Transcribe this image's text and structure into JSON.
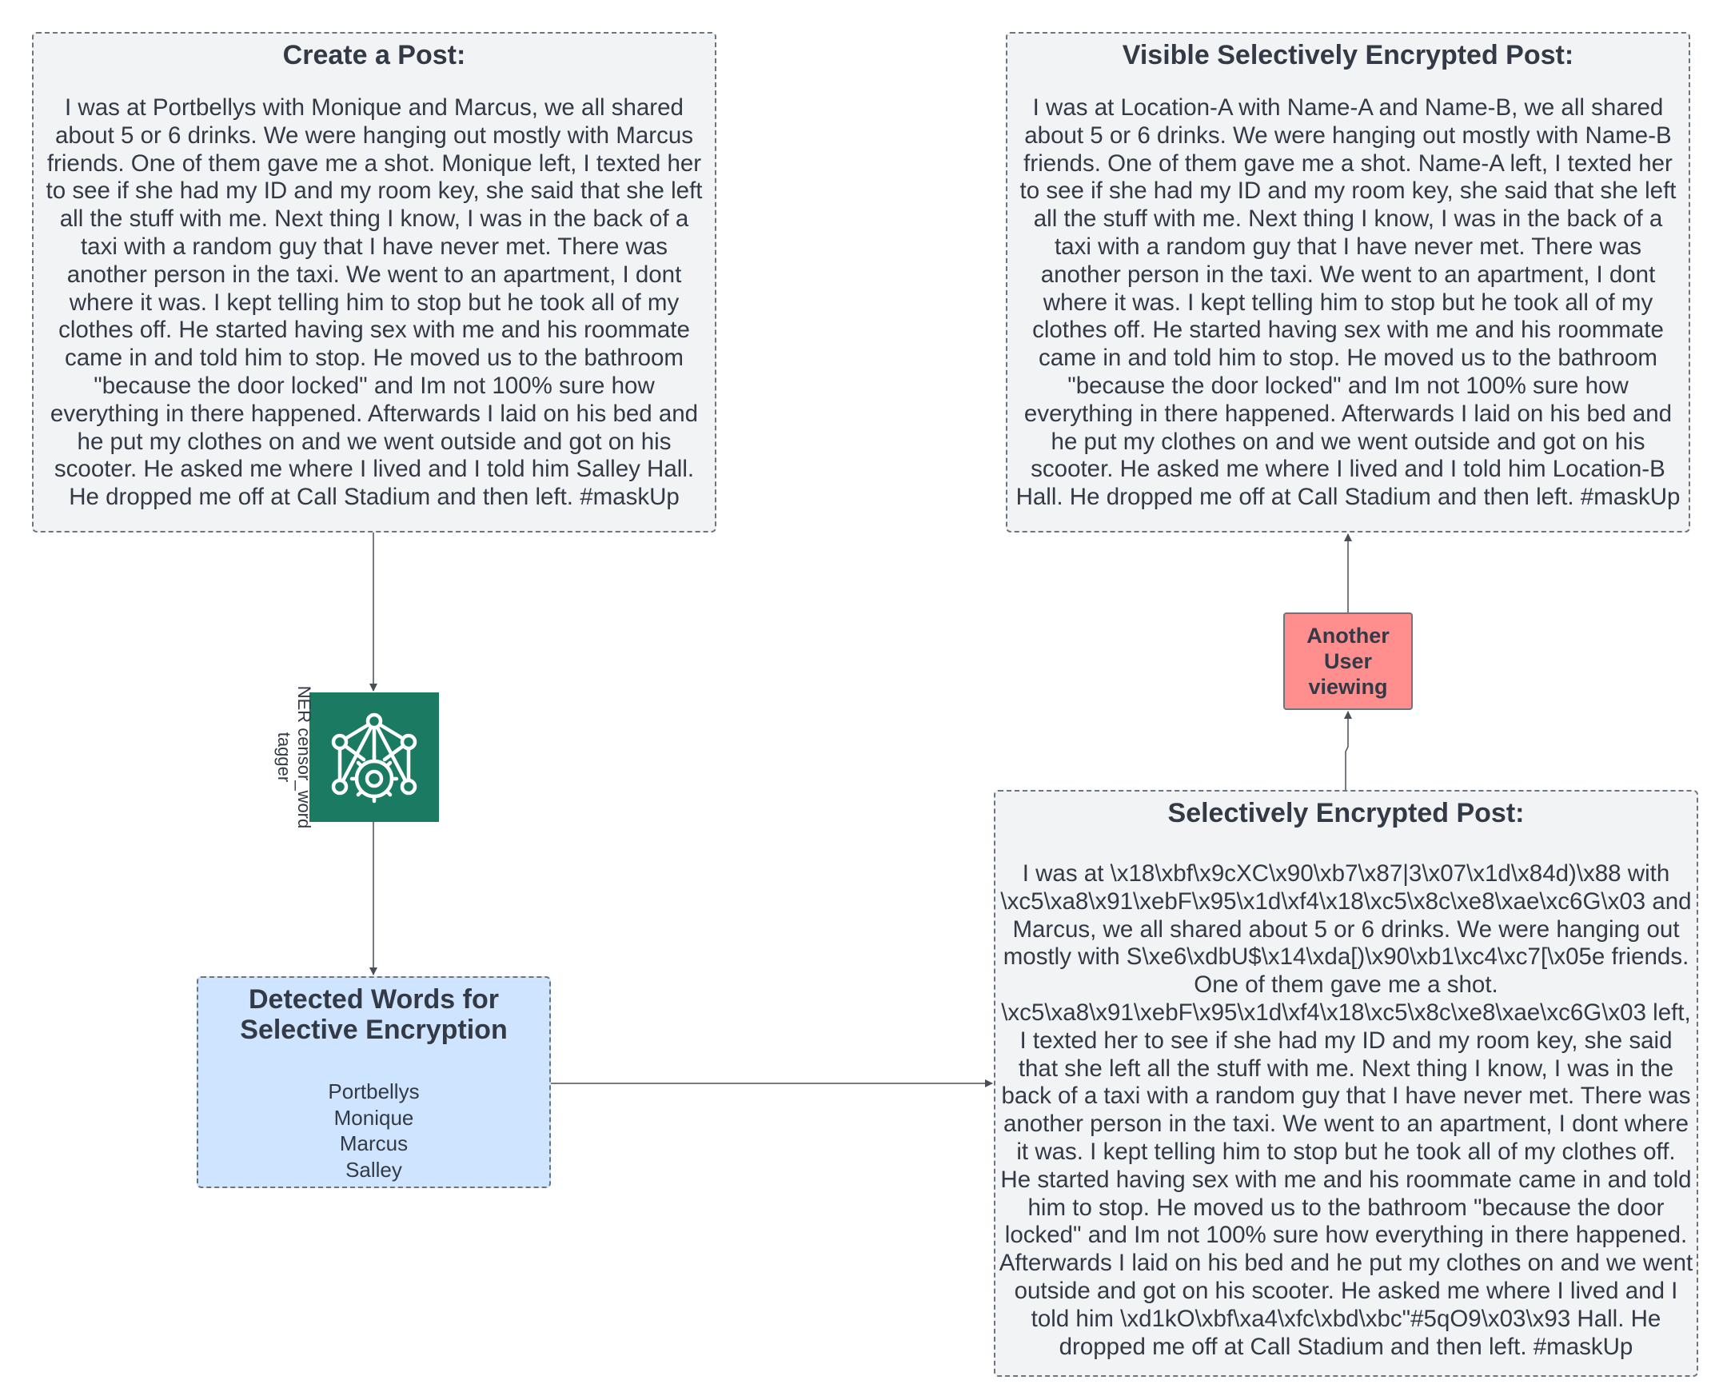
{
  "create_post": {
    "title": "Create a Post:",
    "body": "I was at Portbellys with Monique and Marcus, we all shared about 5 or 6 drinks. We were hanging out mostly with Marcus friends. One of them gave me a shot. Monique left, I texted her to see if she had my ID and my room key, she said that she left all the stuff with me. Next thing I know, I was in the back of a taxi with a random guy that I have never met. There was another person in the taxi. We went to an apartment, I dont where it was. I kept telling him to stop but he took all of my clothes off. He started having sex with me and his roommate came in and told him to stop. He moved us to the bathroom \"because the door locked\" and Im not 100% sure how everything in there happened. Afterwards I laid on his bed and he put my clothes on and we went outside and got on his scooter. He asked me where I lived and I told him Salley Hall. He dropped me off at Call Stadium and then left. #maskUp"
  },
  "visible_post": {
    "title": "Visible Selectively Encrypted Post:",
    "body": "I  was at Location-A with Name-A and Name-B, we all shared about 5 or 6 drinks. We were hanging out mostly with Name-B friends. One of them gave me a shot. Name-A left, I texted her to see if she had my ID and my room key, she said that she left all the stuff with me. Next thing I know, I was in the back of a taxi with a random guy that I have never met. There was another person in the taxi. We went to an apartment, I dont where it was. I kept telling him to stop but he took all of my clothes off. He started having sex with me and his roommate came in and told him to stop. He moved us to the bathroom \"because the door locked\" and Im not 100% sure how everything in there happened. Afterwards I laid on his bed and he put my clothes on and we went outside and got on his scooter. He asked me where I lived and I told him Location-B Hall. He dropped me off at Call Stadium and then left. #maskUp"
  },
  "ner_tagger": {
    "label": "NER censor_word\ntagger",
    "icon": "neural-network-gear-icon",
    "color": "#1b7a62"
  },
  "detected_words": {
    "title": "Detected Words for Selective Encryption",
    "words": [
      "Portbellys",
      "Monique",
      "Marcus",
      "Salley"
    ]
  },
  "encrypted_post": {
    "title": "Selectively Encrypted Post:",
    "body": "I was at \\x18\\xbf\\x9cXC\\x90\\xb7\\x87|3\\x07\\x1d\\x84d)\\x88 with \\xc5\\xa8\\x91\\xebF\\x95\\x1d\\xf4\\x18\\xc5\\x8c\\xe8\\xae\\xc6G\\x03 and Marcus, we all shared about 5 or 6 drinks. We were hanging out mostly with S\\xe6\\xdbU$\\x14\\xda[)\\x90\\xb1\\xc4\\xc7[\\x05e friends. One of them gave me a shot. \\xc5\\xa8\\x91\\xebF\\x95\\x1d\\xf4\\x18\\xc5\\x8c\\xe8\\xae\\xc6G\\x03 left, I texted her to see if she had my ID and my room key, she said that she left all the stuff with me. Next thing I know, I was in the back of a taxi with a random guy that I have never met. There was another person in the taxi. We went to an apartment, I dont where it was. I kept telling him to stop but he took all of my clothes off. He started having sex with me and his roommate came in and told him to stop. He moved us to the bathroom \"because the door locked\" and Im not 100% sure how everything in there happened. Afterwards I laid on his bed and he put my clothes on and we went outside and got on his scooter. He asked me where I lived and I told him \\xd1kO\\xbf\\xa4\\xfc\\xbd\\xbc\"#5qO9\\x03\\x93 Hall. He dropped me off at Call Stadium and then left. #maskUp"
  },
  "viewer": {
    "label": "Another User viewing",
    "color": "#ff8f8f"
  }
}
